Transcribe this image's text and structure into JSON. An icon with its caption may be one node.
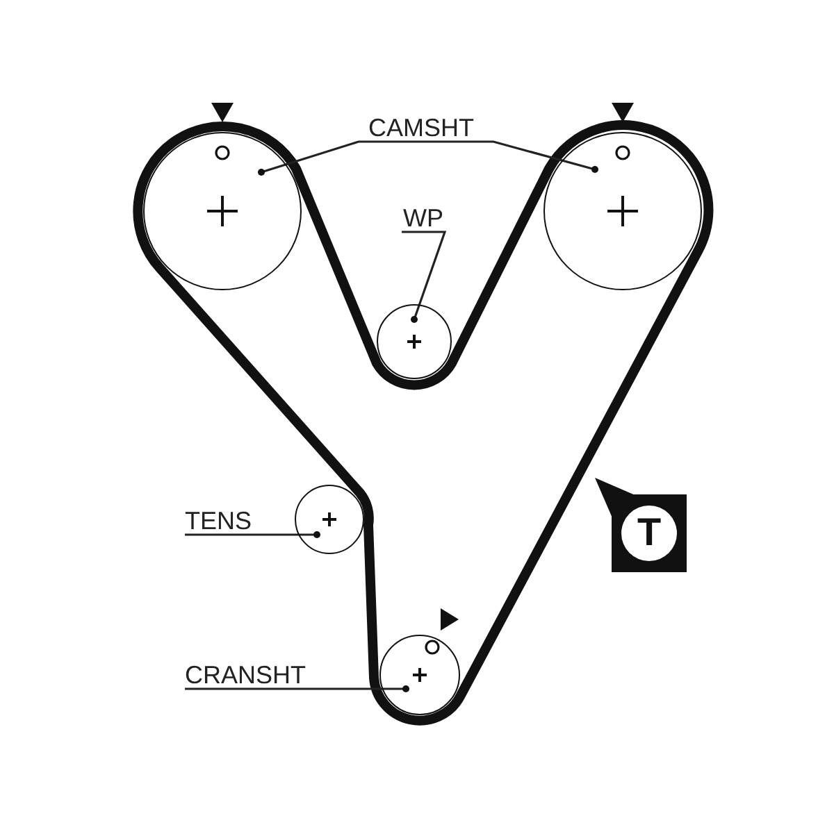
{
  "diagram": {
    "nodes": [
      {
        "text": [
          "CAMSHT"
        ]
      },
      {
        "text": [],
        "shape": "circle"
      },
      {
        "text": [],
        "shape": "circle"
      },
      {
        "text": [
          "WP"
        ]
      },
      {
        "text": [],
        "shape": "circle"
      },
      {
        "text": [
          "T"
        ]
      },
      {
        "text": [
          "TENS"
        ]
      },
      {
        "text": [],
        "shape": "circle"
      },
      {
        "text": [
          "CRANSHT"
        ]
      },
      {
        "text": [],
        "shape": "circle"
      }
    ],
    "edges": [
      {
        "from": 0,
        "to": 1,
        "arrow": "other"
      },
      {
        "from": 0,
        "to": 2,
        "arrow": "other"
      },
      {
        "from": 3,
        "to": 4,
        "arrow": "other"
      },
      {
        "from": 6,
        "to": 7,
        "arrow": "other"
      },
      {
        "from": 8,
        "to": 9,
        "arrow": "other"
      }
    ]
  }
}
